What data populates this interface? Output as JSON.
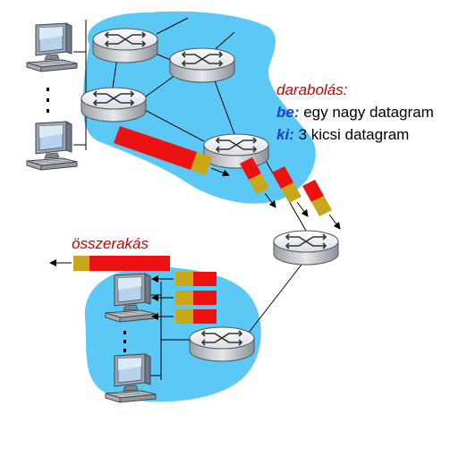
{
  "labels": {
    "fragmentation_title": "darabolás:",
    "in_prefix": "be:",
    "in_text": " egy nagy datagram",
    "out_prefix": "ki:",
    "out_text": " 3 kicsi datagram",
    "reassembly_title": "összerakás"
  },
  "colors": {
    "cloud": "#5bc8f5",
    "red_text": "#cc0000",
    "blue_text": "#1f3fbf",
    "payload": "#ee1111",
    "header": "#c8a818"
  },
  "icons": [
    "router-icon",
    "computer-icon"
  ]
}
